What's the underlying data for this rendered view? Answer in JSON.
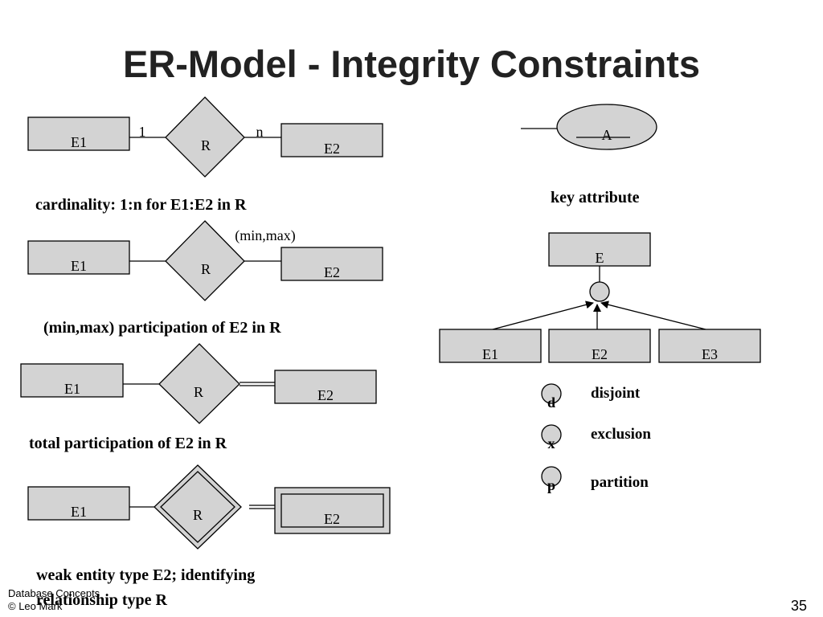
{
  "slide": {
    "title": "ER-Model - Integrity Constraints",
    "footer_line1": "Database Concepts",
    "footer_line2": "© Leo Mark",
    "page_number": "35"
  },
  "colors": {
    "shape_fill": "#d3d3d3",
    "stroke": "#000000"
  },
  "cardinality": {
    "entity1": "E1",
    "entity2": "E2",
    "relationship": "R",
    "card_left": "1",
    "card_right": "n",
    "caption": "cardinality: 1:n for E1:E2 in R"
  },
  "participation": {
    "entity1": "E1",
    "entity2": "E2",
    "relationship": "R",
    "annotation": "(min,max)",
    "caption": "(min,max) participation of E2 in R"
  },
  "total": {
    "entity1": "E1",
    "entity2": "E2",
    "relationship": "R",
    "caption": "total participation of E2 in R"
  },
  "weak": {
    "entity1": "E1",
    "entity2": "E2",
    "relationship": "R",
    "caption_line1": "weak entity type E2; identifying",
    "caption_line2": "relationship type R"
  },
  "key_attribute": {
    "attribute": "A",
    "caption": "key attribute"
  },
  "specialization": {
    "parent": "E",
    "children": [
      "E1",
      "E2",
      "E3"
    ],
    "legend": [
      {
        "symbol": "d",
        "label": "disjoint"
      },
      {
        "symbol": "x",
        "label": "exclusion"
      },
      {
        "symbol": "p",
        "label": "partition"
      }
    ]
  }
}
